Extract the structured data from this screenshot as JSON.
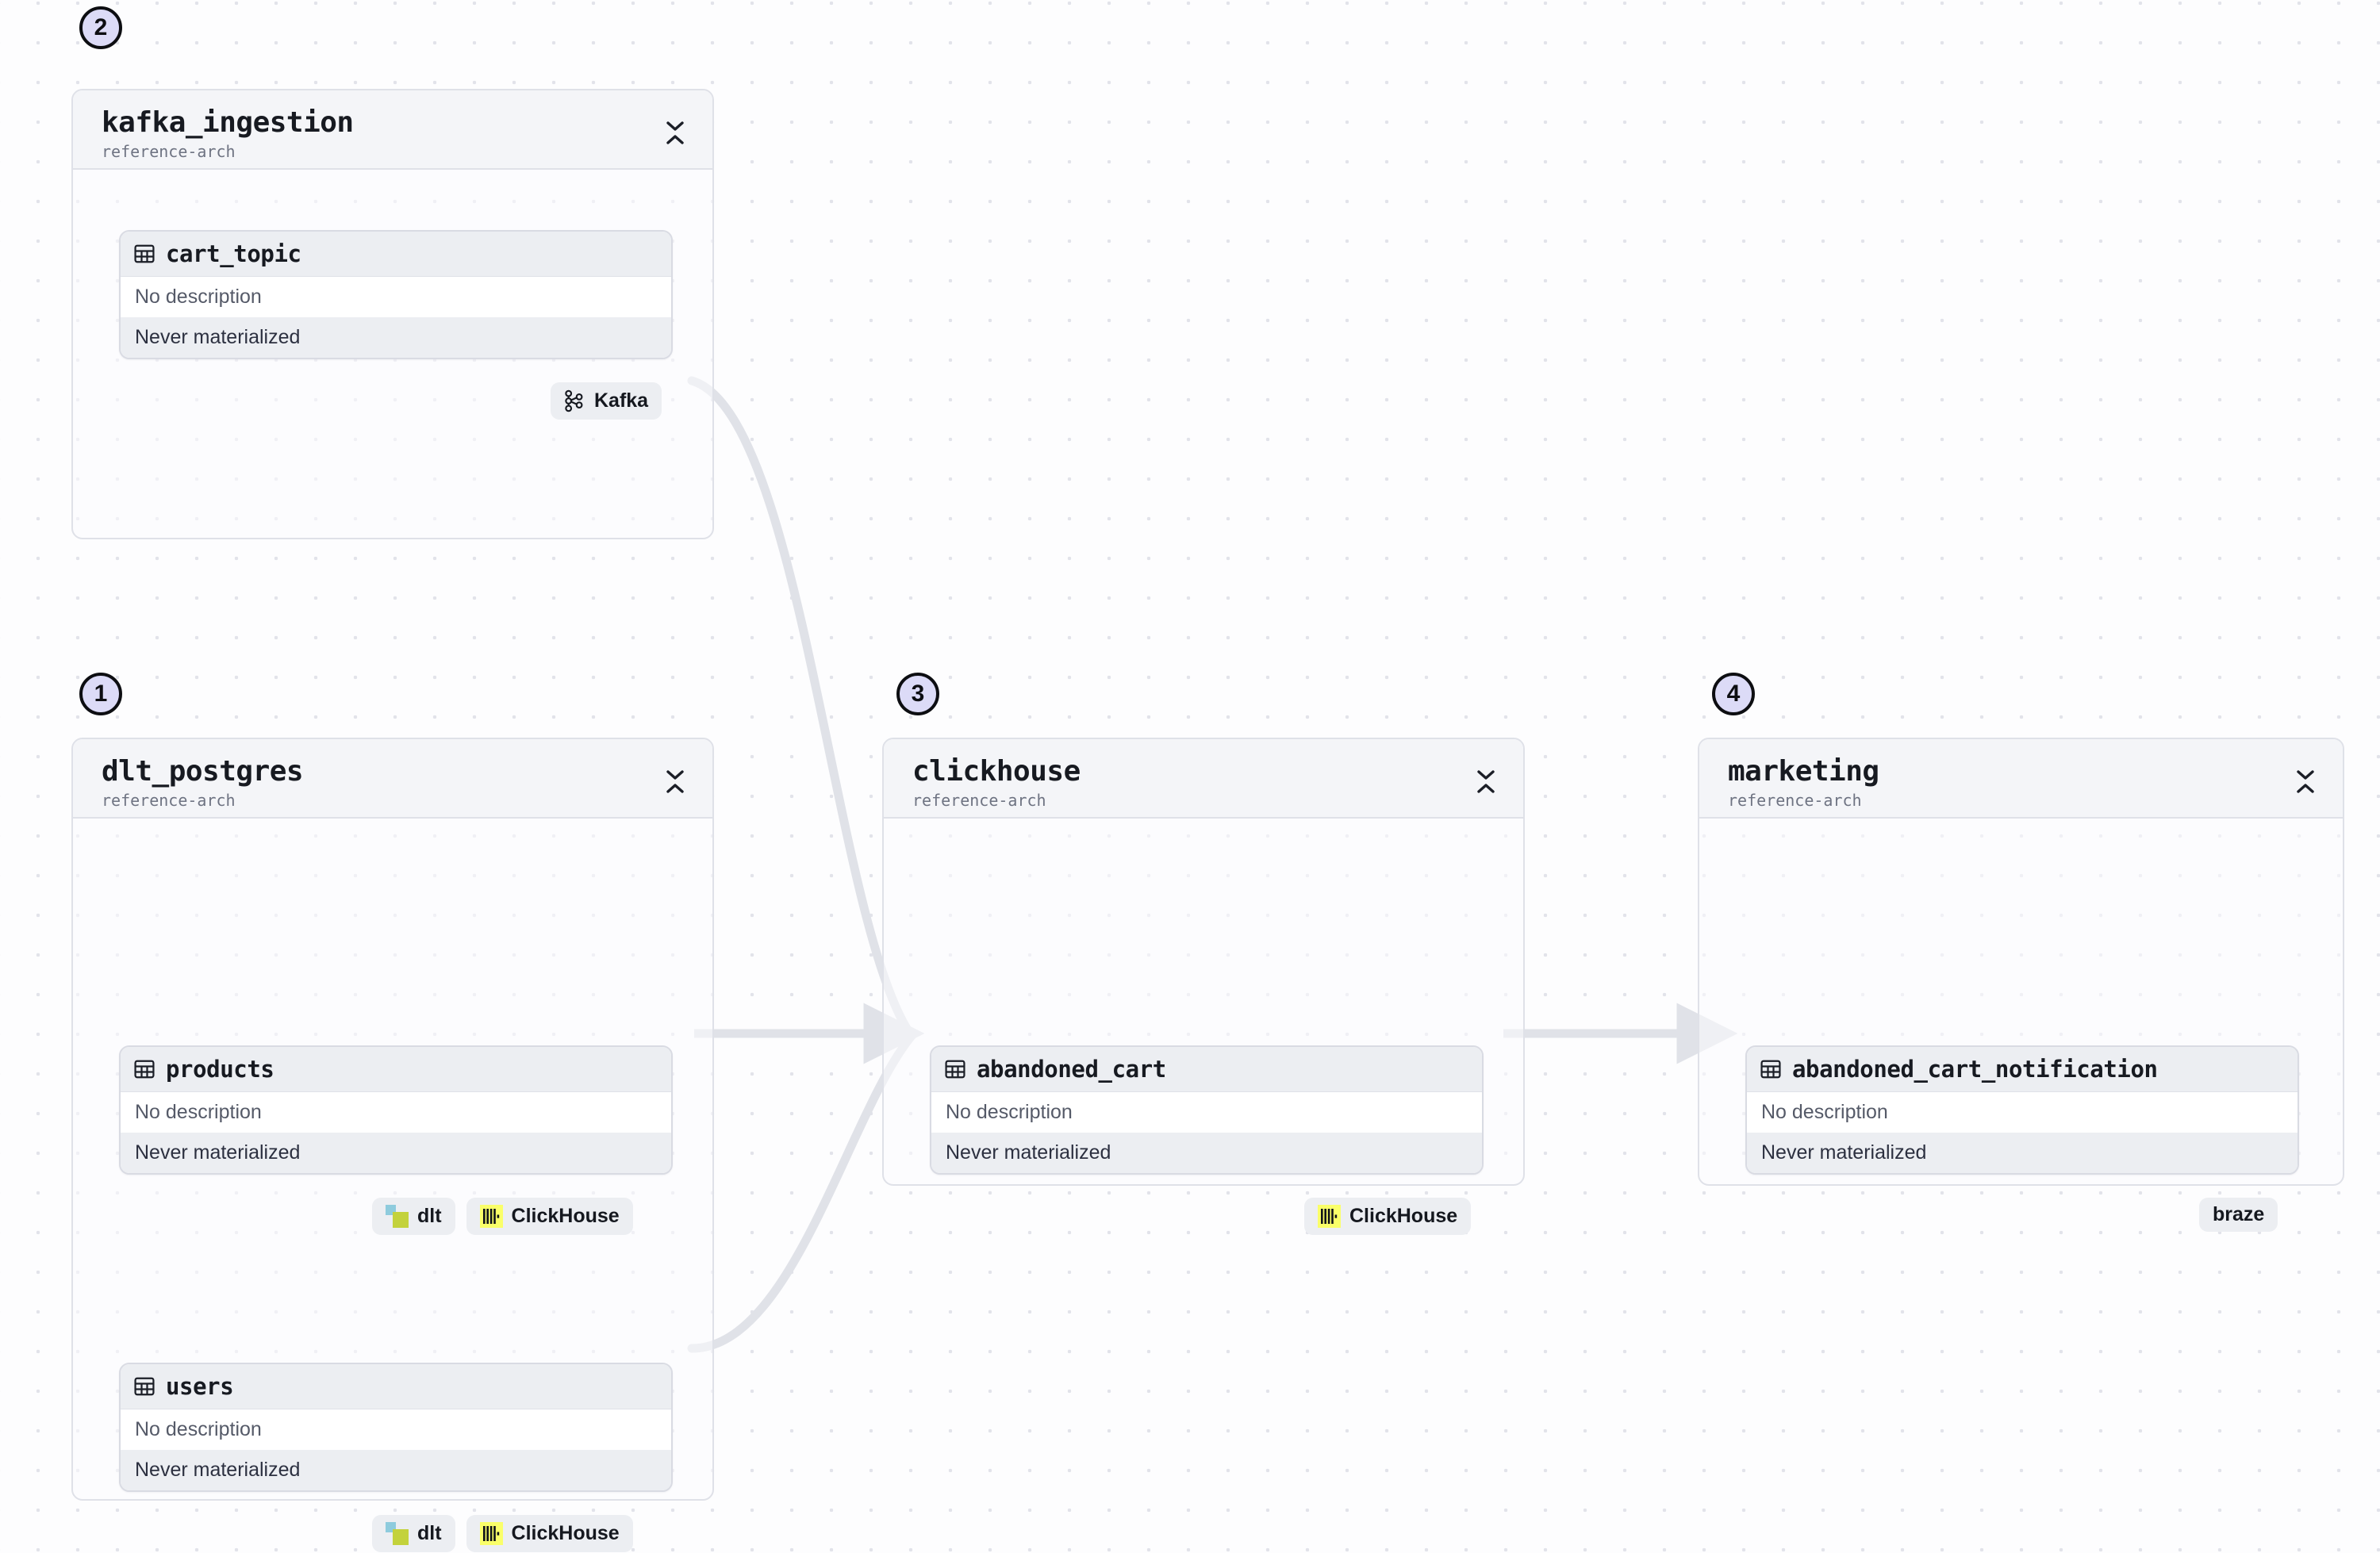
{
  "canvas": {
    "background_color": "#fdfdfe",
    "dot_grid_color": "#e2e3ea",
    "edge_color": "#e0e2e8"
  },
  "groups": [
    {
      "id": "kafka_ingestion",
      "index_badge": "2",
      "title": "kafka_ingestion",
      "subtitle": "reference-arch",
      "collapse_icon": "collapse-vertical-icon",
      "nodes": [
        {
          "id": "cart_topic",
          "icon": "table-icon",
          "title": "cart_topic",
          "description": "No description",
          "materialization": "Never materialized"
        }
      ],
      "badges": [
        {
          "label": "Kafka",
          "icon": "kafka-icon"
        }
      ]
    },
    {
      "id": "dlt_postgres",
      "index_badge": "1",
      "title": "dlt_postgres",
      "subtitle": "reference-arch",
      "collapse_icon": "collapse-vertical-icon",
      "nodes": [
        {
          "id": "products",
          "icon": "table-icon",
          "title": "products",
          "description": "No description",
          "materialization": "Never materialized"
        },
        {
          "id": "users",
          "icon": "table-icon",
          "title": "users",
          "description": "No description",
          "materialization": "Never materialized"
        }
      ],
      "badges": [
        {
          "label": "dlt",
          "icon": "dlt-icon"
        },
        {
          "label": "ClickHouse",
          "icon": "clickhouse-icon"
        }
      ],
      "badges2": [
        {
          "label": "dlt",
          "icon": "dlt-icon"
        },
        {
          "label": "ClickHouse",
          "icon": "clickhouse-icon"
        }
      ]
    },
    {
      "id": "clickhouse",
      "index_badge": "3",
      "title": "clickhouse",
      "subtitle": "reference-arch",
      "collapse_icon": "collapse-vertical-icon",
      "nodes": [
        {
          "id": "abandoned_cart",
          "icon": "table-icon",
          "title": "abandoned_cart",
          "description": "No description",
          "materialization": "Never materialized"
        }
      ],
      "badges": [
        {
          "label": "ClickHouse",
          "icon": "clickhouse-icon"
        }
      ]
    },
    {
      "id": "marketing",
      "index_badge": "4",
      "title": "marketing",
      "subtitle": "reference-arch",
      "collapse_icon": "collapse-vertical-icon",
      "nodes": [
        {
          "id": "abandoned_cart_notification",
          "icon": "table-icon",
          "title": "abandoned_cart_notification",
          "description": "No description",
          "materialization": "Never materialized"
        }
      ],
      "badges": [
        {
          "label": "braze",
          "icon": "none"
        }
      ]
    }
  ],
  "edges": [
    {
      "from": "cart_topic",
      "to": "abandoned_cart"
    },
    {
      "from": "products",
      "to": "abandoned_cart"
    },
    {
      "from": "users",
      "to": "abandoned_cart"
    },
    {
      "from": "abandoned_cart",
      "to": "abandoned_cart_notification"
    }
  ]
}
